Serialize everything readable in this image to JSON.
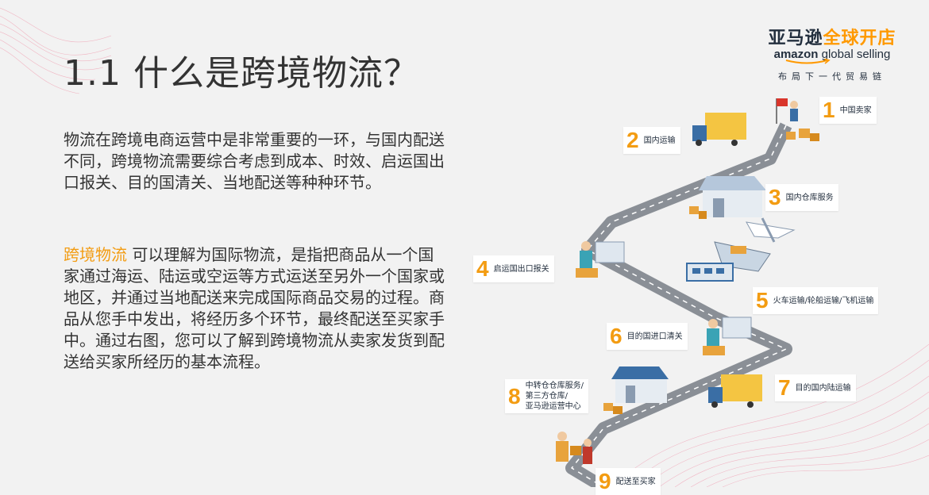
{
  "title": "1.1 什么是跨境物流？",
  "intro_text": "物流在跨境电商运营中是非常重要的一环，与国内配送不同，跨境物流需要综合考虑到成本、时效、启运国出口报关、目的国清关、当地配送等种种环节。",
  "definition": {
    "highlight": "跨境物流",
    "text": " 可以理解为国际物流，是指把商品从一个国家通过海运、陆运或空运等方式运送至另外一个国家或地区，并通过当地配送来完成国际商品交易的过程。商品从您手中发出，将经历多个环节，最终配送至买家手中。通过右图，您可以了解到跨境物流从卖家发货到配送给买家所经历的基本流程。"
  },
  "logo": {
    "cn_dark": "亚马逊",
    "cn_orange": "全球开店",
    "en_bold": "amazon",
    "en_light": " global selling",
    "tagline": "布局下一代贸易链"
  },
  "steps": [
    {
      "num": "1",
      "label": "中国卖家"
    },
    {
      "num": "2",
      "label": "国内运输"
    },
    {
      "num": "3",
      "label": "国内仓库服务"
    },
    {
      "num": "4",
      "label": "启运国出口报关"
    },
    {
      "num": "5",
      "label": "火车运输/轮船运输/飞机运输"
    },
    {
      "num": "6",
      "label": "目的国进口清关"
    },
    {
      "num": "7",
      "label": "目的国内陆运输"
    },
    {
      "num": "8",
      "label": "中转仓仓库服务/\n第三方仓库/\n亚马逊运营中心"
    },
    {
      "num": "9",
      "label": "配送至买家"
    }
  ],
  "colors": {
    "accent": "#f39c12",
    "text": "#333333",
    "brand_dark": "#232f3e",
    "road": "#8a8f96"
  }
}
